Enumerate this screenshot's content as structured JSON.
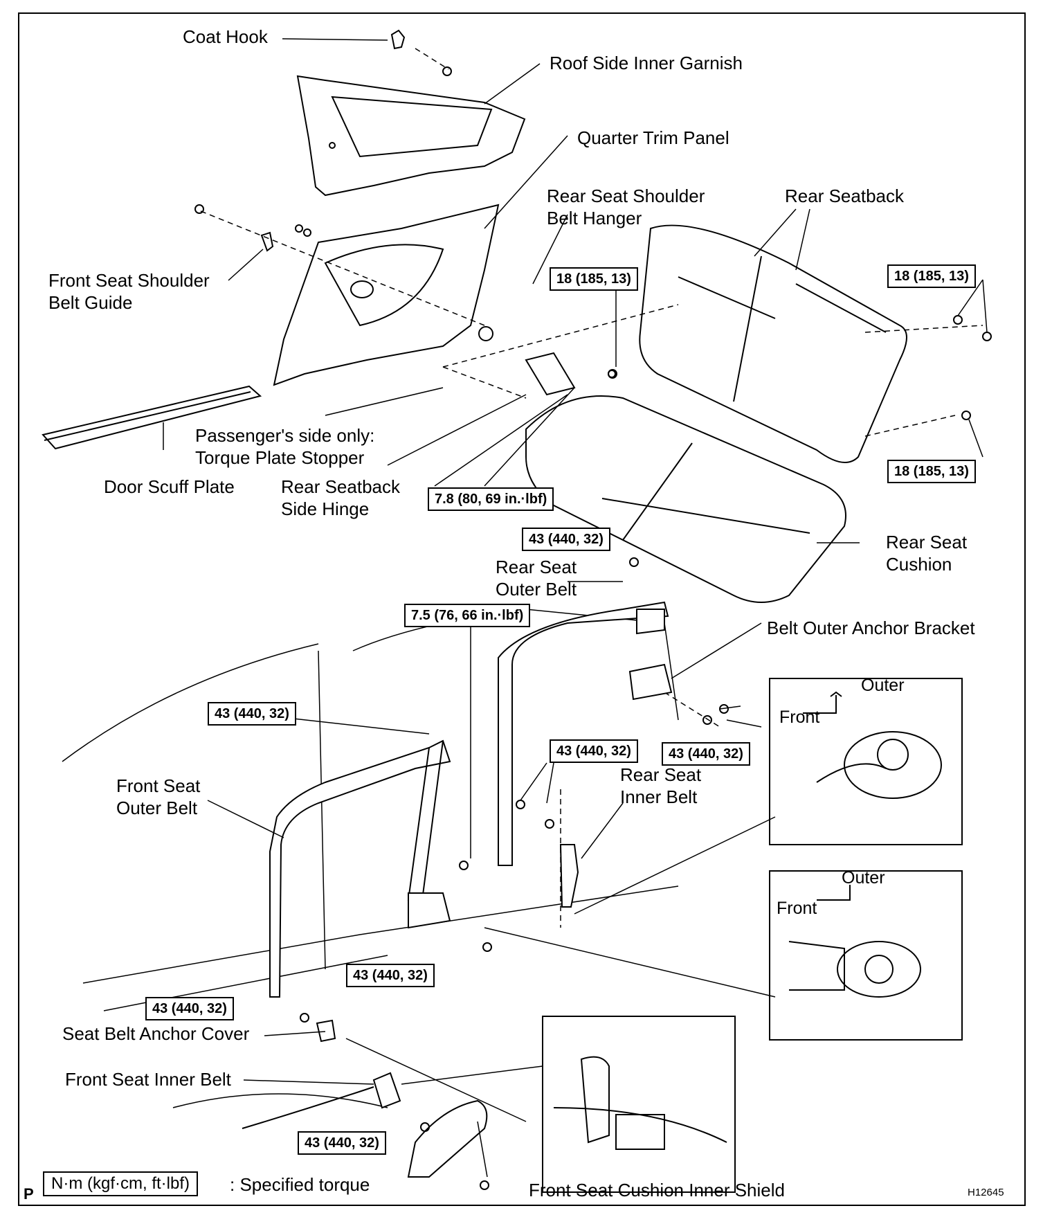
{
  "labels": {
    "coat_hook": "Coat Hook",
    "roof_side_inner_garnish": "Roof Side Inner Garnish",
    "quarter_trim_panel": "Quarter Trim Panel",
    "rear_seat_shoulder_belt_hanger_1": "Rear Seat Shoulder",
    "rear_seat_shoulder_belt_hanger_2": "Belt Hanger",
    "rear_seatback": "Rear Seatback",
    "front_seat_shoulder_belt_guide_1": "Front Seat Shoulder",
    "front_seat_shoulder_belt_guide_2": "Belt Guide",
    "passenger_side_only_1": "Passenger's side only:",
    "passenger_side_only_2": "Torque Plate Stopper",
    "door_scuff_plate": "Door Scuff Plate",
    "rear_seatback_side_hinge_1": "Rear Seatback",
    "rear_seatback_side_hinge_2": "Side Hinge",
    "rear_seat_cushion_1": "Rear Seat",
    "rear_seat_cushion_2": "Cushion",
    "rear_seat_outer_belt_1": "Rear Seat",
    "rear_seat_outer_belt_2": "Outer Belt",
    "belt_outer_anchor_bracket": "Belt Outer Anchor Bracket",
    "front_seat_outer_belt_1": "Front Seat",
    "front_seat_outer_belt_2": "Outer Belt",
    "rear_seat_inner_belt_1": "Rear Seat",
    "rear_seat_inner_belt_2": "Inner Belt",
    "seat_belt_anchor_cover": "Seat Belt Anchor Cover",
    "front_seat_inner_belt": "Front Seat Inner Belt",
    "front_seat_cushion_inner_shield": "Front Seat Cushion Inner Shield"
  },
  "torques": {
    "t_18_a": "18 (185, 13)",
    "t_18_b": "18 (185, 13)",
    "t_18_c": "18 (185, 13)",
    "t_7_8": "7.8 (80, 69 in.·lbf)",
    "t_43_a": "43 (440, 32)",
    "t_7_5": "7.5 (76, 66 in.·lbf)",
    "t_43_b": "43 (440, 32)",
    "t_43_c": "43 (440, 32)",
    "t_43_d": "43 (440, 32)",
    "t_43_e": "43 (440, 32)",
    "t_43_f": "43 (440, 32)",
    "t_43_g": "43 (440, 32)"
  },
  "insets": {
    "top": {
      "outer": "Outer",
      "front": "Front"
    },
    "bottom": {
      "outer": "Outer",
      "front": "Front"
    }
  },
  "legend": {
    "unit": "N·m (kgf·cm, ft·lbf)",
    "text": ": Specified torque",
    "page_mark": "P",
    "figure_code": "H12645"
  }
}
